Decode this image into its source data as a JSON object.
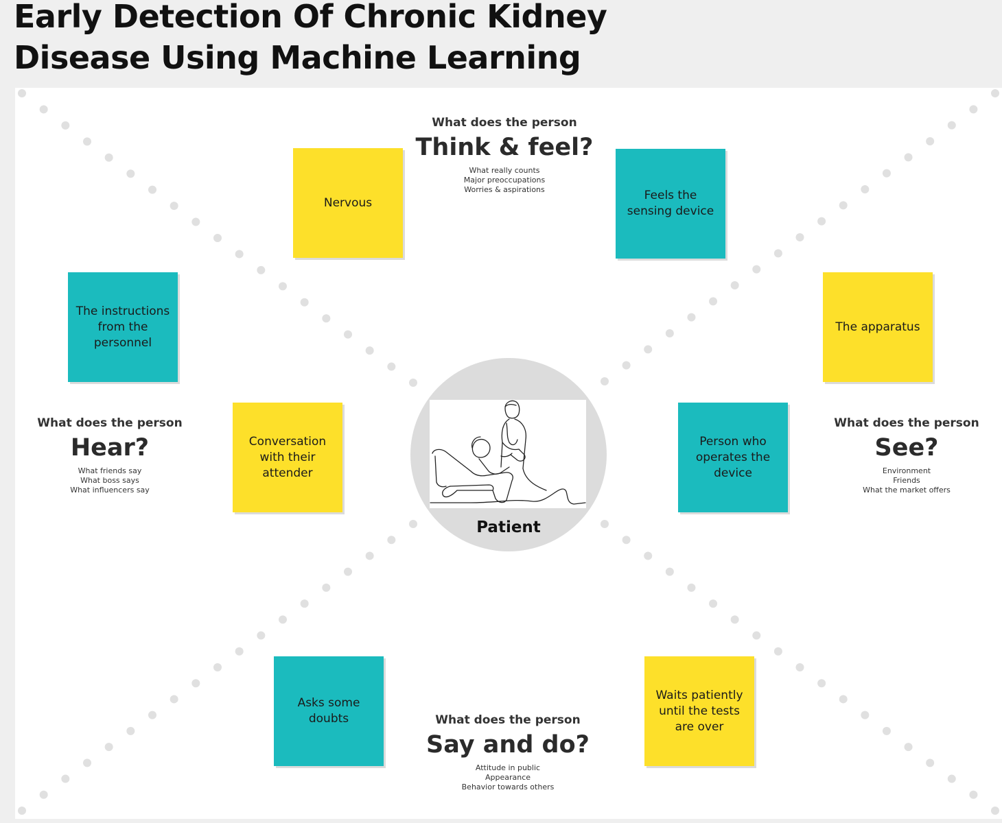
{
  "title": {
    "line1": "Early Detection Of Chronic Kidney",
    "line2": "Disease Using Machine Learning"
  },
  "center": {
    "label": "Patient"
  },
  "sections": {
    "think": {
      "prompt": "What does the person",
      "big": "Think & feel?",
      "hints": [
        "What really counts",
        "Major preoccupations",
        "Worries & aspirations"
      ]
    },
    "hear": {
      "prompt": "What does the person",
      "big": "Hear?",
      "hints": [
        "What friends say",
        "What boss says",
        "What influencers say"
      ]
    },
    "see": {
      "prompt": "What does the person",
      "big": "See?",
      "hints": [
        "Environment",
        "Friends",
        "What the market offers"
      ]
    },
    "say": {
      "prompt": "What does the person",
      "big": "Say and do?",
      "hints": [
        "Attitude in public",
        "Appearance",
        "Behavior towards others"
      ]
    }
  },
  "stickies": {
    "nervous": "Nervous",
    "feels_device": "Feels the sensing device",
    "instructions": "The instructions from the personnel",
    "apparatus": "The apparatus",
    "conversation": "Conversation with their attender",
    "operator": "Person who operates the device",
    "doubts": "Asks some doubts",
    "waits": "Waits patiently until the tests are over"
  },
  "colors": {
    "yellow_note": "#fde02a",
    "teal_note": "#1bbbbe",
    "highlight": "#fbf28c",
    "dot": "#e0e0e0"
  }
}
